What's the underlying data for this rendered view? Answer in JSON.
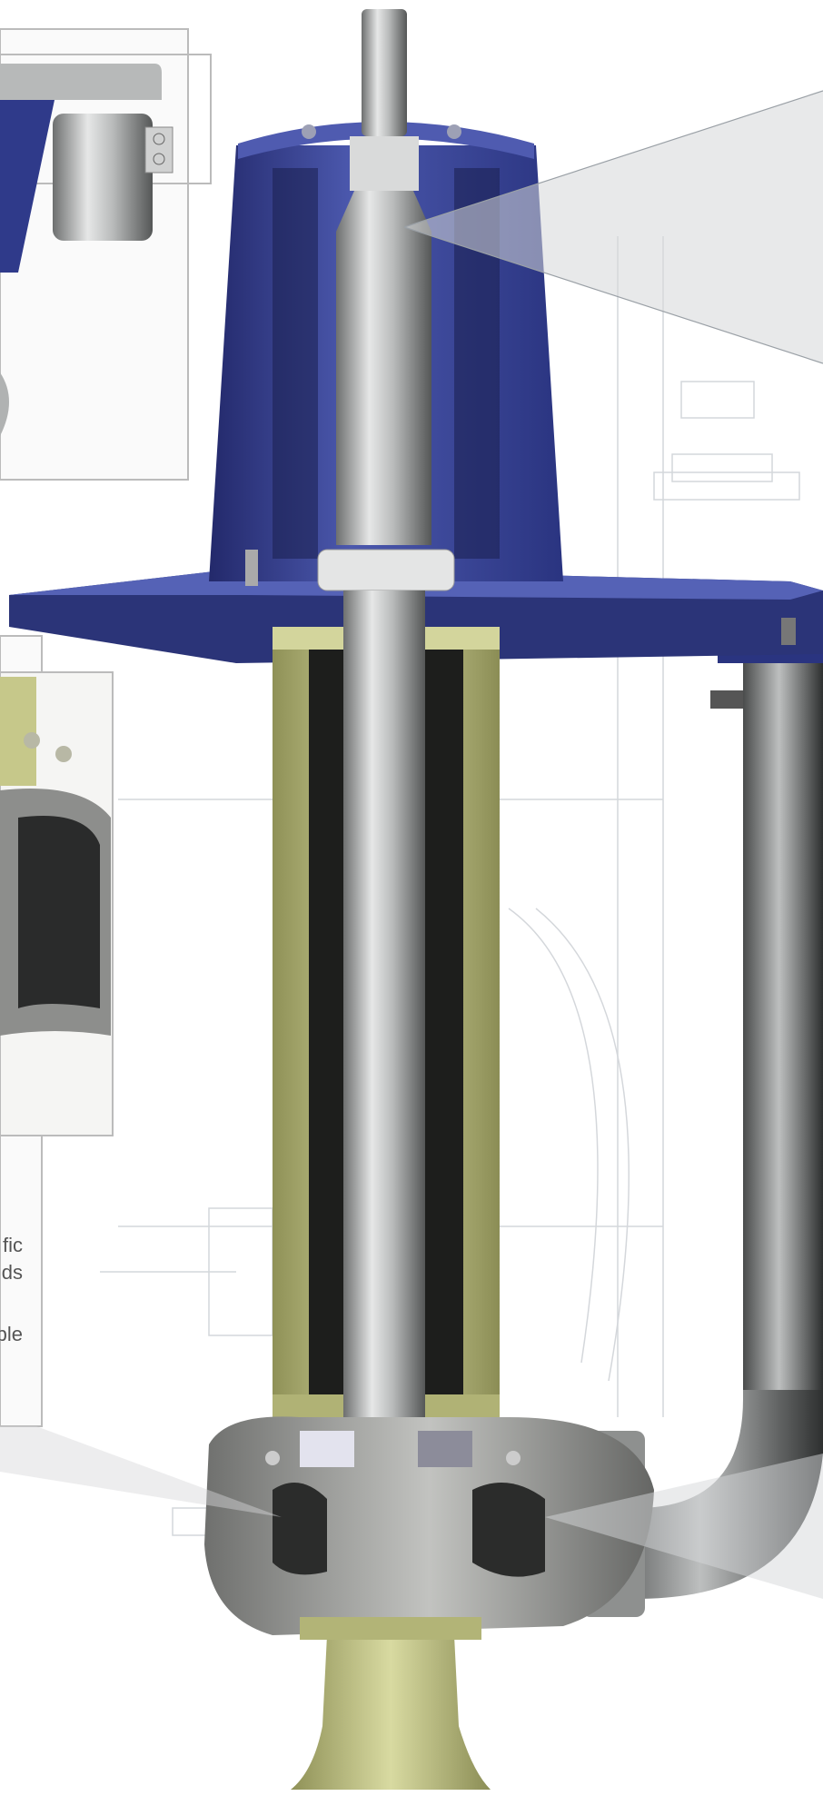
{
  "callout_fragments": [
    "fic",
    "ds",
    "ble"
  ],
  "colors": {
    "bearing_housing_blue": "#3c4a9a",
    "column_yellow": "#c9cc8a",
    "shaft_gray": "#a9abab",
    "casing_gray": "#9a9a98",
    "callout_gray": "#d6d7d9",
    "drawing_line": "#cfd2d6"
  }
}
